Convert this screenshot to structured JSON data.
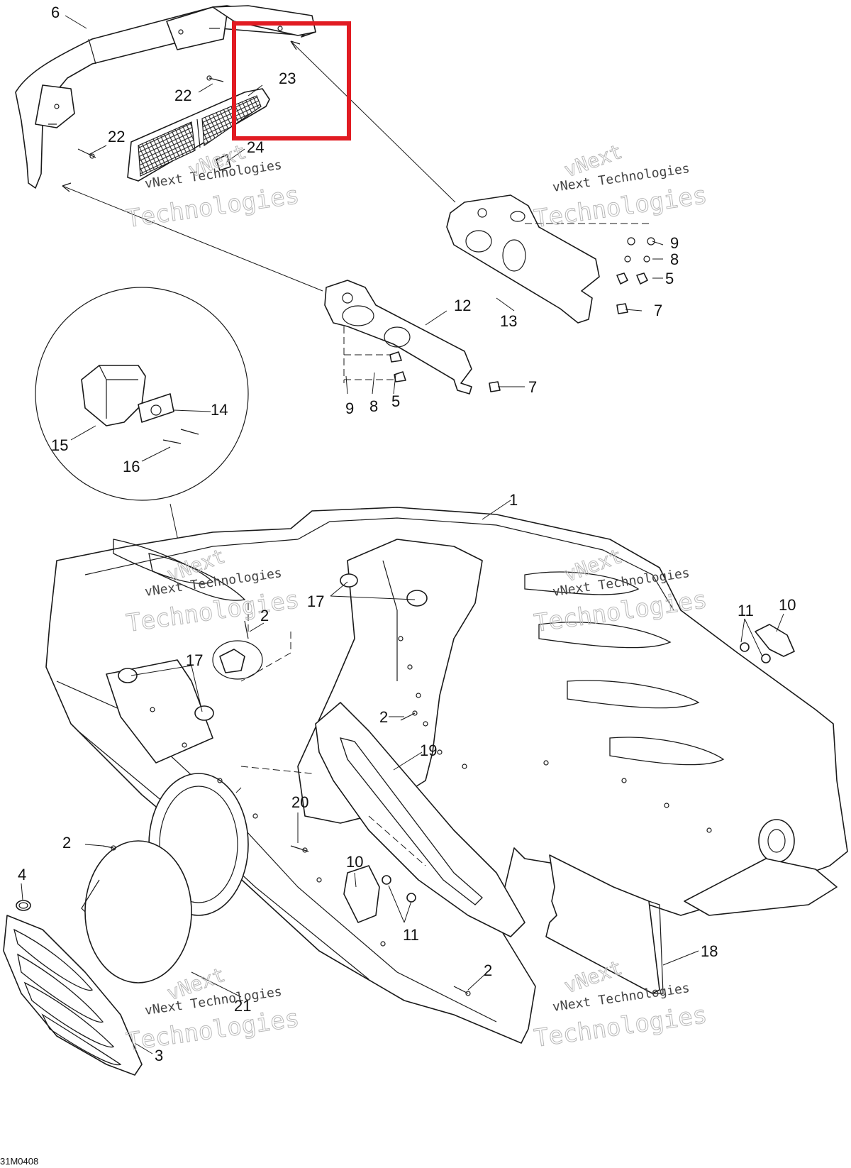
{
  "diagram": {
    "drawing_code": "31M0408",
    "watermark_lines": [
      "vNext",
      "vNext Technologies",
      "Technologies"
    ],
    "highlight_color": "#e11b22",
    "callouts": {
      "c1": "1",
      "c2a": "2",
      "c2b": "2",
      "c2c": "2",
      "c2d": "2",
      "c3": "3",
      "c4": "4",
      "c5a": "5",
      "c5b": "5",
      "c6": "6",
      "c7a": "7",
      "c7b": "7",
      "c8a": "8",
      "c8b": "8",
      "c9a": "9",
      "c9b": "9",
      "c10a": "10",
      "c10b": "10",
      "c11a": "11",
      "c11b": "11",
      "c12": "12",
      "c13": "13",
      "c14": "14",
      "c15": "15",
      "c16": "16",
      "c17a": "17",
      "c17b": "17",
      "c18": "18",
      "c19": "19",
      "c20": "20",
      "c21": "21",
      "c22a": "22",
      "c22b": "22",
      "c23": "23",
      "c24": "24"
    }
  }
}
